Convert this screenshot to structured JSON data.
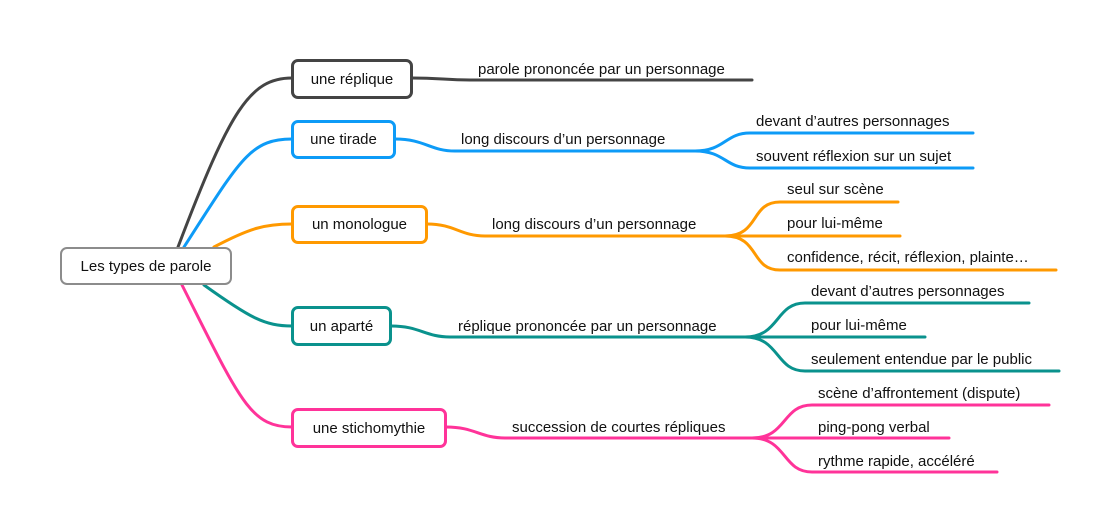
{
  "root": {
    "label": "Les types de parole"
  },
  "colors": {
    "replique": "#444444",
    "tirade": "#0d9bf7",
    "monologue": "#ff9900",
    "aparte": "#0a928d",
    "stichomythie": "#ff3399"
  },
  "branches": [
    {
      "label": "une réplique",
      "detail": "parole prononcée par un personnage",
      "leaves": []
    },
    {
      "label": "une tirade",
      "detail": "long discours d’un personnage",
      "leaves": [
        "devant d’autres personnages",
        "souvent réflexion sur un sujet"
      ]
    },
    {
      "label": "un monologue",
      "detail": "long discours d’un personnage",
      "leaves": [
        "seul sur scène",
        "pour lui-même",
        "confidence, récit, réflexion, plainte…"
      ]
    },
    {
      "label": "un aparté",
      "detail": "réplique prononcée par un personnage",
      "leaves": [
        "devant d’autres personnages",
        "pour lui-même",
        "seulement entendue par le public"
      ]
    },
    {
      "label": "une stichomythie",
      "detail": "succession de courtes répliques",
      "leaves": [
        "scène d’affrontement (dispute)",
        "ping-pong verbal",
        "rythme rapide, accéléré"
      ]
    }
  ]
}
